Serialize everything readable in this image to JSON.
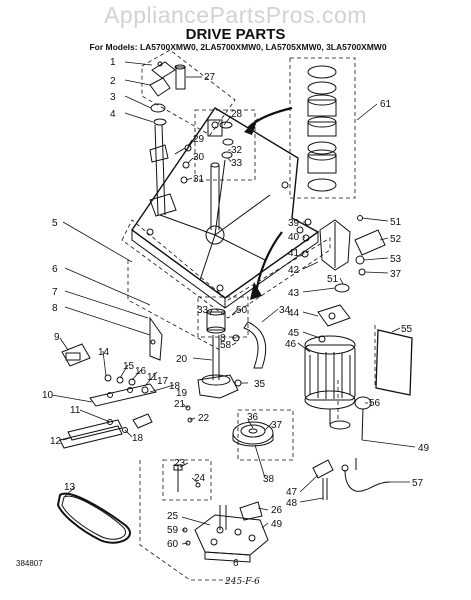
{
  "watermark": "AppliancePartsPros.com",
  "title": "DRIVE PARTS",
  "models_line": "For Models: LA5700XMW0, 2LA5700XMW0, LA5705XMW0, 3LA5700XMW0",
  "footer": {
    "doc_number": "384807",
    "page_number": "6",
    "handwritten_note": "245-F-6"
  },
  "callouts": [
    {
      "id": "c1",
      "label": "1"
    },
    {
      "id": "c2",
      "label": "2"
    },
    {
      "id": "c27",
      "label": "27"
    },
    {
      "id": "c3",
      "label": "3"
    },
    {
      "id": "c4",
      "label": "4"
    },
    {
      "id": "c28",
      "label": "28"
    },
    {
      "id": "c29",
      "label": "29"
    },
    {
      "id": "c30",
      "label": "30"
    },
    {
      "id": "c32",
      "label": "32"
    },
    {
      "id": "c33a",
      "label": "33"
    },
    {
      "id": "c31",
      "label": "31"
    },
    {
      "id": "c61",
      "label": "61"
    },
    {
      "id": "c5",
      "label": "5"
    },
    {
      "id": "c39",
      "label": "39"
    },
    {
      "id": "c40",
      "label": "40"
    },
    {
      "id": "c41",
      "label": "41"
    },
    {
      "id": "c42",
      "label": "42"
    },
    {
      "id": "c51a",
      "label": "51"
    },
    {
      "id": "c52",
      "label": "52"
    },
    {
      "id": "c53",
      "label": "53"
    },
    {
      "id": "c37a",
      "label": "37"
    },
    {
      "id": "c51b",
      "label": "51"
    },
    {
      "id": "c6",
      "label": "6"
    },
    {
      "id": "c7",
      "label": "7"
    },
    {
      "id": "c8",
      "label": "8"
    },
    {
      "id": "c33b",
      "label": "33"
    },
    {
      "id": "c50",
      "label": "50"
    },
    {
      "id": "c34",
      "label": "34"
    },
    {
      "id": "c8b",
      "label": "8"
    },
    {
      "id": "c58",
      "label": "58"
    },
    {
      "id": "c43",
      "label": "43"
    },
    {
      "id": "c44",
      "label": "44"
    },
    {
      "id": "c45",
      "label": "45"
    },
    {
      "id": "c46",
      "label": "46"
    },
    {
      "id": "c55",
      "label": "55"
    },
    {
      "id": "c9",
      "label": "9"
    },
    {
      "id": "c14",
      "label": "14"
    },
    {
      "id": "c15",
      "label": "15"
    },
    {
      "id": "c16",
      "label": "16"
    },
    {
      "id": "c11a",
      "label": "11"
    },
    {
      "id": "c17",
      "label": "17"
    },
    {
      "id": "c18a",
      "label": "18"
    },
    {
      "id": "c19",
      "label": "19"
    },
    {
      "id": "c20",
      "label": "20"
    },
    {
      "id": "c10",
      "label": "10"
    },
    {
      "id": "c35",
      "label": "35"
    },
    {
      "id": "c11b",
      "label": "11"
    },
    {
      "id": "c12",
      "label": "12"
    },
    {
      "id": "c18b",
      "label": "18"
    },
    {
      "id": "c21",
      "label": "21"
    },
    {
      "id": "c22",
      "label": "22"
    },
    {
      "id": "c36",
      "label": "36"
    },
    {
      "id": "c37b",
      "label": "37"
    },
    {
      "id": "c56",
      "label": "56"
    },
    {
      "id": "c23",
      "label": "23"
    },
    {
      "id": "c24",
      "label": "24"
    },
    {
      "id": "c38",
      "label": "38"
    },
    {
      "id": "c49a",
      "label": "49"
    },
    {
      "id": "c13",
      "label": "13"
    },
    {
      "id": "c57",
      "label": "57"
    },
    {
      "id": "c47",
      "label": "47"
    },
    {
      "id": "c48",
      "label": "48"
    },
    {
      "id": "c25",
      "label": "25"
    },
    {
      "id": "c59",
      "label": "59"
    },
    {
      "id": "c60",
      "label": "60"
    },
    {
      "id": "c26",
      "label": "26"
    },
    {
      "id": "c49b",
      "label": "49"
    }
  ]
}
